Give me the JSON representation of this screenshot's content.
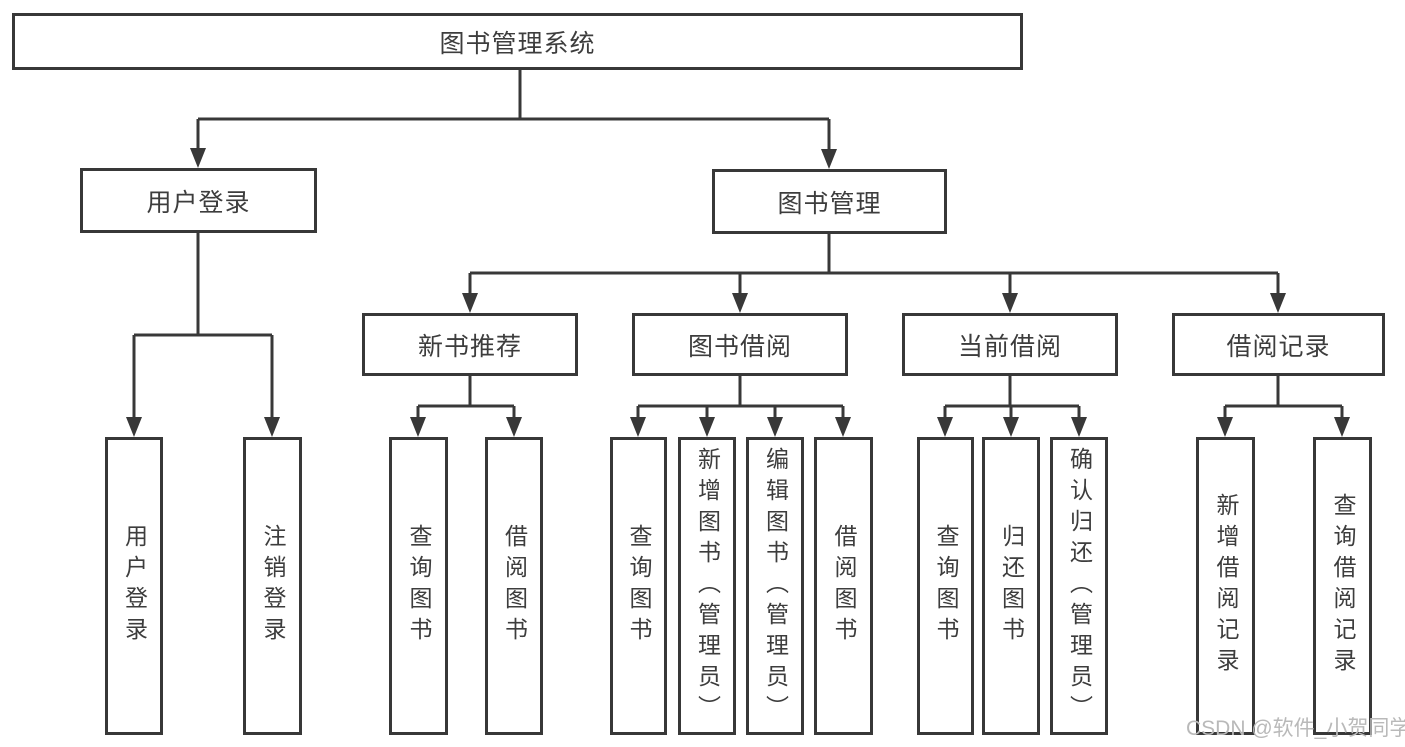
{
  "diagram_title": "图书管理系统",
  "tree": {
    "root": {
      "label": "图书管理系统"
    },
    "branches": [
      {
        "label": "用户登录",
        "children": [
          {
            "label": "用户登录"
          },
          {
            "label": "注销登录"
          }
        ]
      },
      {
        "label": "图书管理",
        "children": [
          {
            "label": "新书推荐",
            "children": [
              {
                "label": "查询图书"
              },
              {
                "label": "借阅图书"
              }
            ]
          },
          {
            "label": "图书借阅",
            "children": [
              {
                "label": "查询图书"
              },
              {
                "label": "新增图书（管理员）"
              },
              {
                "label": "编辑图书（管理员）"
              },
              {
                "label": "借阅图书"
              }
            ]
          },
          {
            "label": "当前借阅",
            "children": [
              {
                "label": "查询图书"
              },
              {
                "label": "归还图书"
              },
              {
                "label": "确认归还（管理员）"
              }
            ]
          },
          {
            "label": "借阅记录",
            "children": [
              {
                "label": "新增借阅记录"
              },
              {
                "label": "查询借阅记录"
              }
            ]
          }
        ]
      }
    ]
  },
  "watermark": "CSDN @软件_小贺同学",
  "colors": {
    "line": "#383838",
    "text": "#3d3d3d",
    "watermark": "#b9b9b9",
    "background": "#ffffff"
  }
}
